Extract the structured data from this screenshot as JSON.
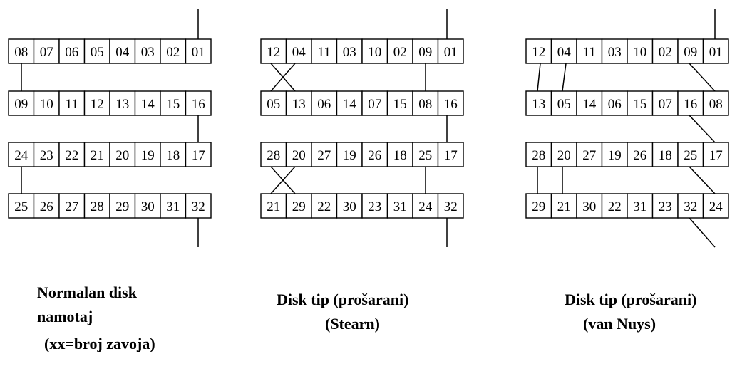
{
  "diagrams": [
    {
      "id": "normal",
      "rows": [
        [
          "08",
          "07",
          "06",
          "05",
          "04",
          "03",
          "02",
          "01"
        ],
        [
          "09",
          "10",
          "11",
          "12",
          "13",
          "14",
          "15",
          "16"
        ],
        [
          "24",
          "23",
          "22",
          "21",
          "20",
          "19",
          "18",
          "17"
        ],
        [
          "25",
          "26",
          "27",
          "28",
          "29",
          "30",
          "31",
          "32"
        ]
      ],
      "caption": [
        "Normalan disk",
        "namotaj",
        "(xx=broj zavoja)"
      ]
    },
    {
      "id": "stearn",
      "rows": [
        [
          "12",
          "04",
          "11",
          "03",
          "10",
          "02",
          "09",
          "01"
        ],
        [
          "05",
          "13",
          "06",
          "14",
          "07",
          "15",
          "08",
          "16"
        ],
        [
          "28",
          "20",
          "27",
          "19",
          "26",
          "18",
          "25",
          "17"
        ],
        [
          "21",
          "29",
          "22",
          "30",
          "23",
          "31",
          "24",
          "32"
        ]
      ],
      "caption": [
        "Disk tip (prošarani)",
        "(Stearn)"
      ]
    },
    {
      "id": "vannuys",
      "rows": [
        [
          "12",
          "04",
          "11",
          "03",
          "10",
          "02",
          "09",
          "01"
        ],
        [
          "13",
          "05",
          "14",
          "06",
          "15",
          "07",
          "16",
          "08"
        ],
        [
          "28",
          "20",
          "27",
          "19",
          "26",
          "18",
          "25",
          "17"
        ],
        [
          "29",
          "21",
          "30",
          "22",
          "31",
          "23",
          "32",
          "24"
        ]
      ],
      "caption": [
        "Disk tip (prošarani)",
        "(van Nuys)"
      ]
    }
  ]
}
